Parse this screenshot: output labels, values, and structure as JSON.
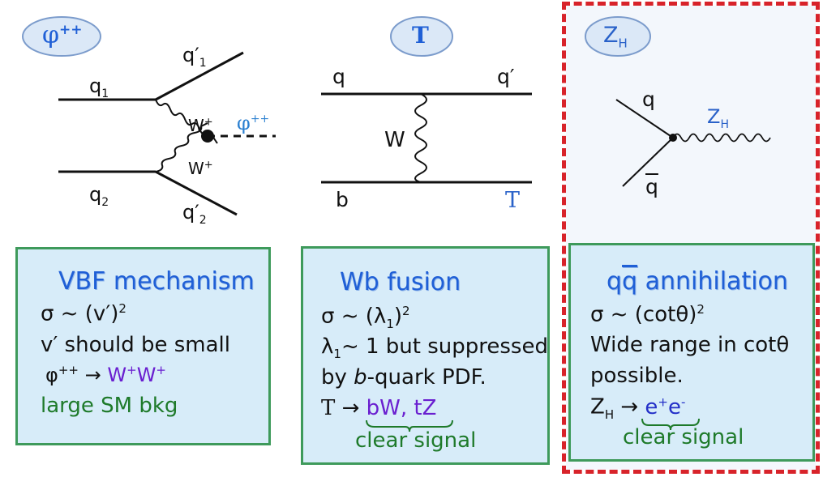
{
  "badges": {
    "phi": "φ",
    "phi_sup": "++",
    "t": "T",
    "zh": "Z",
    "zh_sub": "H"
  },
  "diagram1": {
    "q1": "q",
    "q1_sub": "1",
    "q2": "q",
    "q2_sub": "2",
    "q1p": "q′",
    "q1p_sub": "1",
    "q2p": "q′",
    "q2p_sub": "2",
    "w_top": "W",
    "w_top_sup": "+",
    "w_bot": "W",
    "w_bot_sup": "+",
    "phi": "φ",
    "phi_sup": "++"
  },
  "diagram2": {
    "q": "q",
    "qp": "q′",
    "w": "W",
    "b": "b",
    "t": "T"
  },
  "diagram3": {
    "q": "q",
    "qbar": "q",
    "zh": "Z",
    "zh_sub": "H"
  },
  "panels": {
    "vbf": {
      "title": "VBF mechanism",
      "line1": "σ ~ (v′)",
      "line1_sup": "2",
      "line2": "v′ should be small",
      "line3_a": "φ",
      "line3_a_sup": "++",
      "line3_arrow": "→",
      "line3_b": "W",
      "line3_b_sup1": "+",
      "line3_b2": "W",
      "line3_b_sup2": "+",
      "line4": "large SM bkg"
    },
    "wb": {
      "title": "Wb fusion",
      "line1": "σ ~ (λ",
      "line1_sub": "1",
      "line1_end": ")",
      "line1_sup": "2",
      "line2_a": "λ",
      "line2_sub": "1",
      "line2_b": "~ 1 but suppressed",
      "line3_a": "by ",
      "line3_b": "b",
      "line3_c": "-quark PDF.",
      "line4_a": "T",
      "line4_arrow": "→",
      "line4_b": "bW, tZ",
      "line5": "clear signal"
    },
    "qq": {
      "title_q": "q",
      "title_qbar": "q",
      "title_rest": " annihilation",
      "line1": "σ ~ (cotθ)",
      "line1_sup": "2",
      "line2": "Wide range in cotθ",
      "line3": "possible.",
      "line4_a": "Z",
      "line4_sub": "H",
      "line4_arrow": "→",
      "line4_b": "e",
      "line4_b_sup1": "+",
      "line4_b2": "e",
      "line4_b_sup2": "-",
      "line5": "clear signal"
    }
  },
  "colors": {
    "panel_bg": "#d7ecf9",
    "panel_border": "#3e9a5b",
    "title_blue": "#1f5fd6",
    "highlight_dash": "#d8232a",
    "signal_green": "#1e7a2a"
  }
}
